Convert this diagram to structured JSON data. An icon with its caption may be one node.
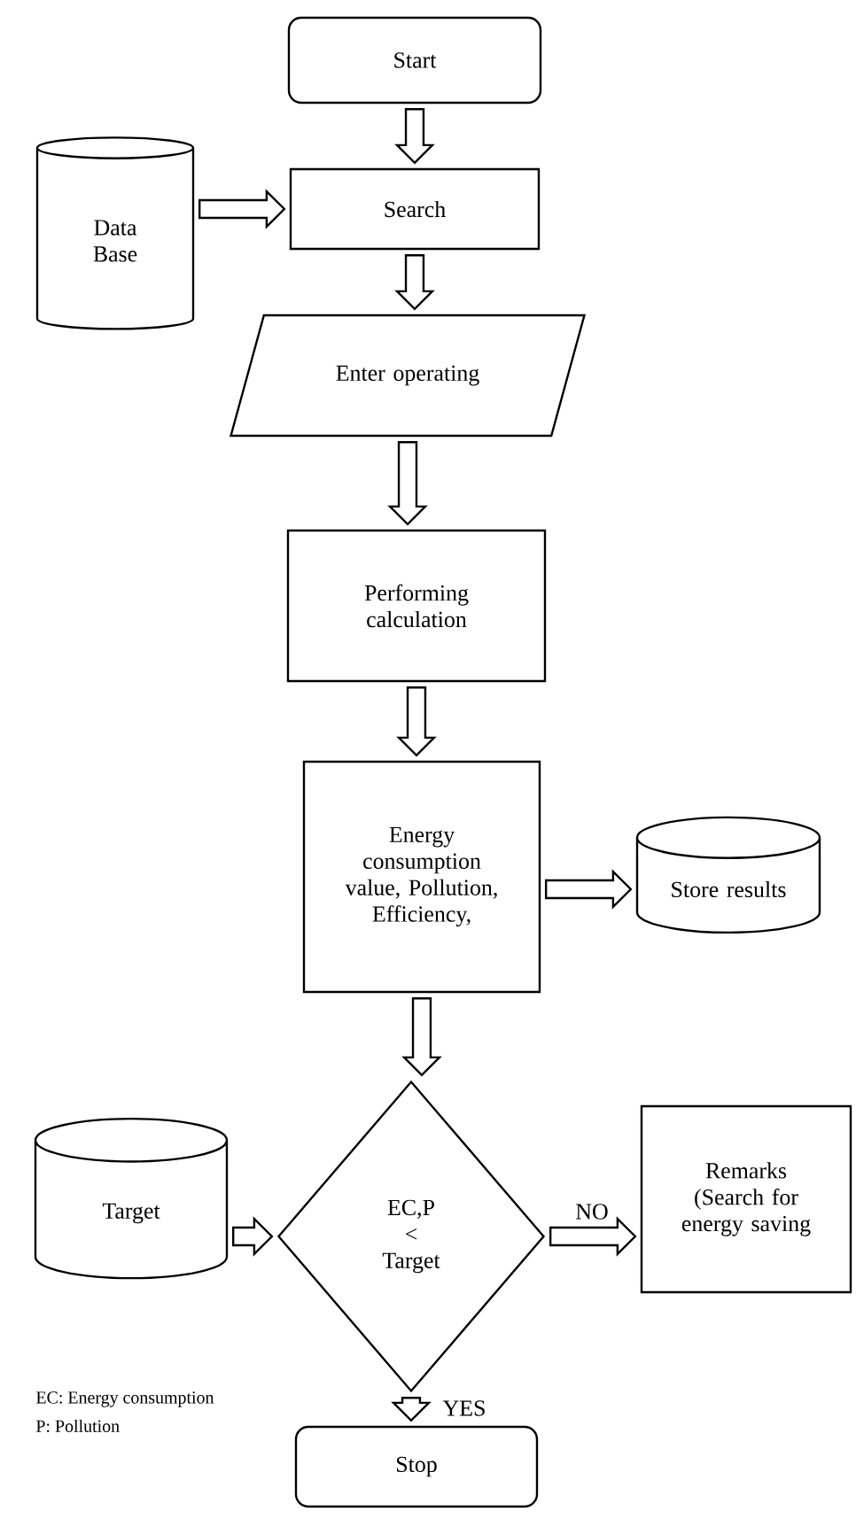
{
  "diagram": {
    "nodes": [
      {
        "text": [
          "Start"
        ]
      },
      {
        "text": [
          "Data Base"
        ]
      },
      {
        "text": [
          "Search"
        ]
      },
      {
        "text": [
          "Enter operating"
        ]
      },
      {
        "text": [
          "Performing calculation"
        ]
      },
      {
        "text": [
          "Energy consumption value, Pollution, Efficiency,"
        ]
      },
      {
        "text": [
          "Store results"
        ]
      },
      {
        "text": [
          "Target"
        ]
      },
      {
        "text": [
          "EC,P < Target"
        ]
      },
      {
        "text": [
          "Remarks (Search for energy saving"
        ]
      },
      {
        "text": [
          "Stop"
        ]
      }
    ],
    "edges": [
      {
        "from": 0,
        "to": 2,
        "arrow": "to"
      },
      {
        "from": 1,
        "to": 2,
        "arrow": "to"
      },
      {
        "from": 2,
        "to": 3,
        "arrow": "to"
      },
      {
        "from": 3,
        "to": 4,
        "arrow": "to"
      },
      {
        "from": 4,
        "to": 5,
        "arrow": "to"
      },
      {
        "from": 5,
        "to": 6,
        "arrow": "to"
      },
      {
        "from": 5,
        "to": 8,
        "arrow": "to"
      },
      {
        "from": 7,
        "to": 8,
        "arrow": "to"
      },
      {
        "from": 8,
        "to": 9,
        "arrow": "to",
        "label": "NO"
      },
      {
        "from": 8,
        "to": 10,
        "arrow": "to",
        "label": "YES"
      }
    ],
    "labels": [
      "EC: Energy consumption",
      "P: Pollution"
    ]
  }
}
